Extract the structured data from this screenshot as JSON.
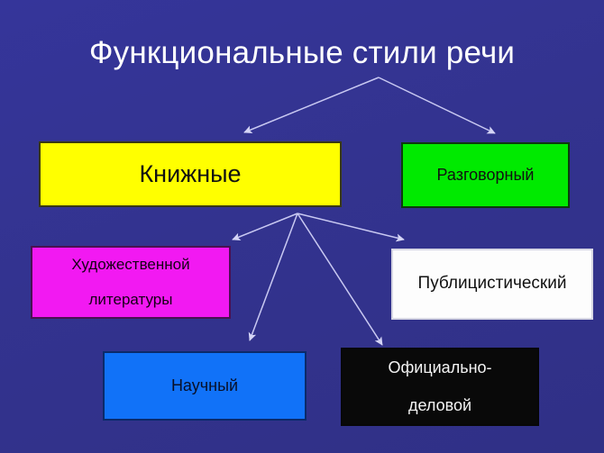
{
  "slide": {
    "title": "Функциональные стили речи",
    "background_color": "#33338f",
    "title_color": "#ffffff",
    "arrow_color": "#c9c9f2"
  },
  "nodes": {
    "bookish": {
      "label": "Книжные",
      "fill": "#ffff00",
      "text_color": "#111111"
    },
    "colloquial": {
      "label": "Разговорный",
      "fill": "#00ea00",
      "text_color": "#111111"
    },
    "fiction_l1": {
      "label": "Художественной",
      "fill": "#f219f2",
      "text_color": "#150115"
    },
    "fiction_l2": {
      "label": "литературы"
    },
    "publicistic": {
      "label": "Публицистический",
      "fill": "#ffffff",
      "text_color": "#111111"
    },
    "scientific": {
      "label": "Научный",
      "fill": "#1172f8",
      "text_color": "#081028"
    },
    "official_l1": {
      "label": "Официально-",
      "fill": "#090909",
      "text_color": "#f4f4f4"
    },
    "official_l2": {
      "label": "деловой"
    }
  },
  "chart_data": {
    "type": "diagram",
    "title": "Функциональные стили речи",
    "root": "Функциональные стили речи",
    "nodes": [
      {
        "id": "root",
        "label": "Функциональные стили речи",
        "level": 0,
        "fill": "none",
        "text_color": "#ffffff"
      },
      {
        "id": "bookish",
        "label": "Книжные",
        "level": 1,
        "fill": "#ffff00",
        "text_color": "#111111"
      },
      {
        "id": "colloquial",
        "label": "Разговорный",
        "level": 1,
        "fill": "#00ea00",
        "text_color": "#111111"
      },
      {
        "id": "fiction",
        "label": "Художественной литературы",
        "level": 2,
        "fill": "#f219f2",
        "text_color": "#150115"
      },
      {
        "id": "scientific",
        "label": "Научный",
        "level": 2,
        "fill": "#1172f8",
        "text_color": "#081028"
      },
      {
        "id": "official",
        "label": "Официально-деловой",
        "level": 2,
        "fill": "#090909",
        "text_color": "#f4f4f4"
      },
      {
        "id": "publicistic",
        "label": "Публицистический",
        "level": 2,
        "fill": "#ffffff",
        "text_color": "#111111"
      }
    ],
    "edges": [
      {
        "from": "root",
        "to": "bookish"
      },
      {
        "from": "root",
        "to": "colloquial"
      },
      {
        "from": "bookish",
        "to": "fiction"
      },
      {
        "from": "bookish",
        "to": "scientific"
      },
      {
        "from": "bookish",
        "to": "official"
      },
      {
        "from": "bookish",
        "to": "publicistic"
      }
    ]
  }
}
